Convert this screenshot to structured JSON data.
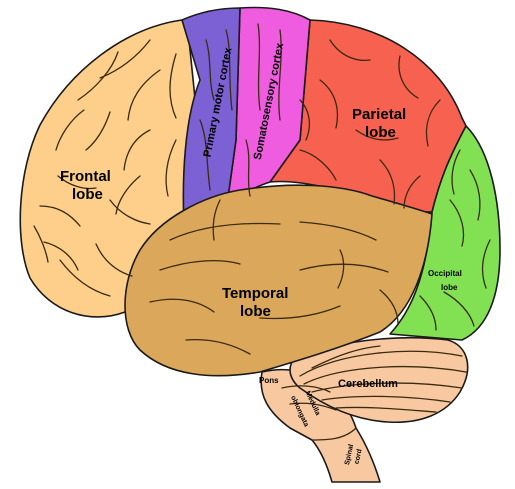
{
  "regions": {
    "frontal": {
      "line1": "Frontal",
      "line2": "lobe",
      "color": "#FDCF8A"
    },
    "motor": {
      "label": "Primary motor cortex",
      "color": "#7B61D4"
    },
    "somato": {
      "label": "Somatosensory cortex",
      "color": "#F05CE0"
    },
    "parietal": {
      "line1": "Parietal",
      "line2": "lobe",
      "color": "#F76250"
    },
    "temporal": {
      "line1": "Temporal",
      "line2": "lobe",
      "color": "#DBA75A"
    },
    "occipital": {
      "line1": "Occipital",
      "line2": "lobe",
      "color": "#82E152"
    },
    "cerebellum": {
      "label": "Cerebellum",
      "color": "#F8C9A1"
    },
    "pons": {
      "label": "Pons"
    },
    "medulla": {
      "line1": "Medulla",
      "line2": "oblongata"
    },
    "spinal": {
      "line1": "Spinal",
      "line2": "cord"
    }
  }
}
